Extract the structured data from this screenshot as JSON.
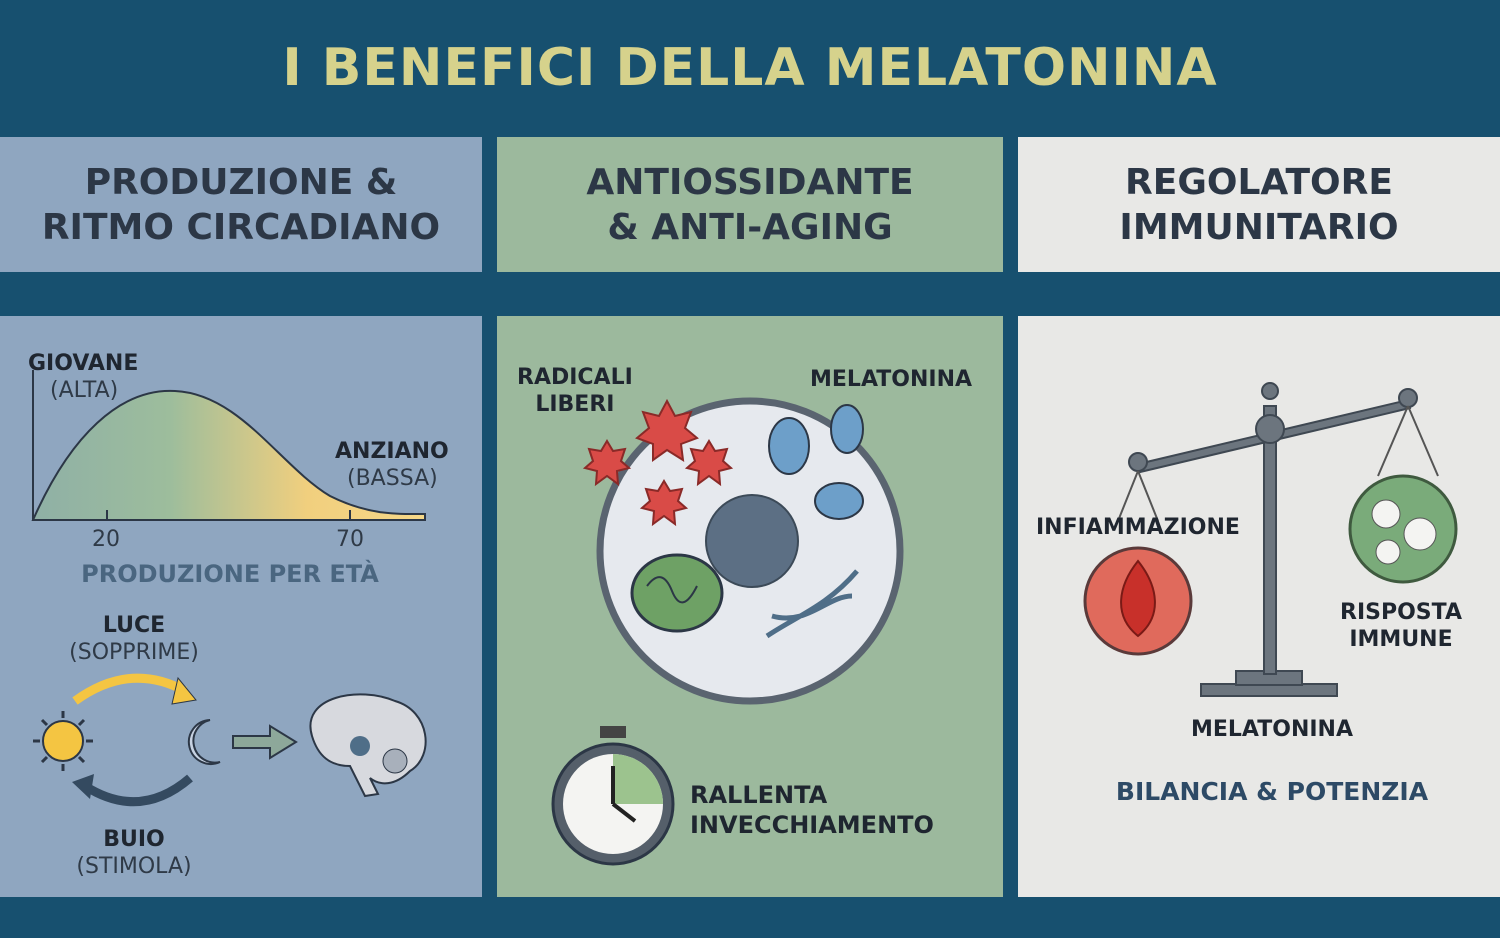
{
  "title": "I BENEFICI DELLA MELATONINA",
  "columns": [
    {
      "heading": "PRODUZIONE &\nRITMO CIRCADIANO",
      "color": "#8fa6c0"
    },
    {
      "heading": "ANTIOSSIDANTE\n& ANTI-AGING",
      "color": "#9cb99d"
    },
    {
      "heading": "REGOLATORE\nIMMUNITARIO",
      "color": "#e8e8e6"
    }
  ],
  "production": {
    "young": "GIOVANE",
    "young_level": "(ALTA)",
    "old": "ANZIANO",
    "old_level": "(BASSA)",
    "tick_1": "20",
    "tick_2": "70",
    "caption": "PRODUZIONE PER ETÀ",
    "light": "LUCE",
    "light_effect": "(SOPPRIME)",
    "dark": "BUIO",
    "dark_effect": "(STIMOLA)"
  },
  "antioxidant": {
    "free_radicals": "RADICALI\nLIBERI",
    "melatonin": "MELATONINA",
    "slows_aging": "RALLENTA\nINVECCHIAMENTO"
  },
  "immune": {
    "inflammation": "INFIAMMAZIONE",
    "immune_response": "RISPOSTA\nIMMUNE",
    "melatonin": "MELATONINA",
    "caption": "BILANCIA & POTENZIA"
  }
}
